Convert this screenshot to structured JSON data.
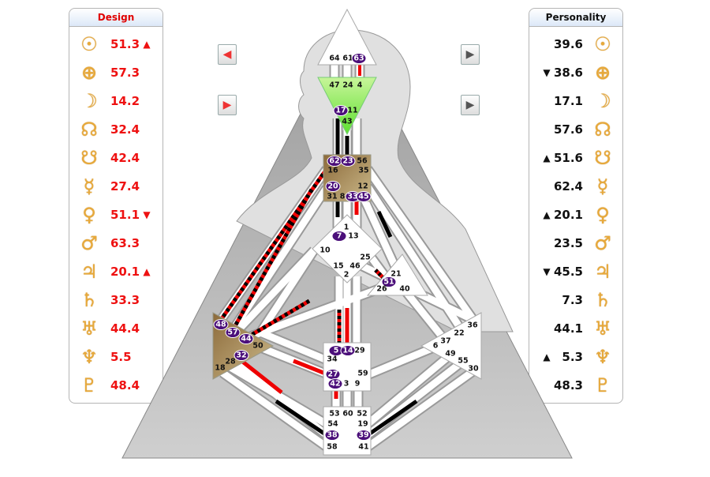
{
  "design": {
    "title": "Design",
    "rows": [
      {
        "planet": "sun",
        "symbol": "☉",
        "value": "51.3",
        "arrow": "▲"
      },
      {
        "planet": "earth",
        "symbol": "⊕",
        "value": "57.3",
        "arrow": ""
      },
      {
        "planet": "moon",
        "symbol": "☽",
        "value": "14.2",
        "arrow": ""
      },
      {
        "planet": "north-node",
        "symbol": "☊",
        "value": "32.4",
        "arrow": ""
      },
      {
        "planet": "south-node",
        "symbol": "☋",
        "value": "42.4",
        "arrow": ""
      },
      {
        "planet": "mercury",
        "symbol": "☿",
        "value": "27.4",
        "arrow": ""
      },
      {
        "planet": "venus",
        "symbol": "♀",
        "value": "51.1",
        "arrow": "▼"
      },
      {
        "planet": "mars",
        "symbol": "♂",
        "value": "63.3",
        "arrow": ""
      },
      {
        "planet": "jupiter",
        "symbol": "♃",
        "value": "20.1",
        "arrow": "▲"
      },
      {
        "planet": "saturn",
        "symbol": "♄",
        "value": "33.3",
        "arrow": ""
      },
      {
        "planet": "uranus",
        "symbol": "♅",
        "value": "44.4",
        "arrow": ""
      },
      {
        "planet": "neptune",
        "symbol": "♆",
        "value": "5.5",
        "arrow": ""
      },
      {
        "planet": "pluto",
        "symbol": "♇",
        "value": "48.4",
        "arrow": ""
      }
    ]
  },
  "personality": {
    "title": "Personality",
    "rows": [
      {
        "planet": "sun",
        "symbol": "☉",
        "value": "39.6",
        "arrow": ""
      },
      {
        "planet": "earth",
        "symbol": "⊕",
        "value": "38.6",
        "arrow": "▼"
      },
      {
        "planet": "moon",
        "symbol": "☽",
        "value": "17.1",
        "arrow": ""
      },
      {
        "planet": "north-node",
        "symbol": "☊",
        "value": "57.6",
        "arrow": ""
      },
      {
        "planet": "south-node",
        "symbol": "☋",
        "value": "51.6",
        "arrow": "▲"
      },
      {
        "planet": "mercury",
        "symbol": "☿",
        "value": "62.4",
        "arrow": ""
      },
      {
        "planet": "venus",
        "symbol": "♀",
        "value": "20.1",
        "arrow": "▲"
      },
      {
        "planet": "mars",
        "symbol": "♂",
        "value": "23.5",
        "arrow": ""
      },
      {
        "planet": "jupiter",
        "symbol": "♃",
        "value": "45.5",
        "arrow": "▼"
      },
      {
        "planet": "saturn",
        "symbol": "♄",
        "value": "7.3",
        "arrow": ""
      },
      {
        "planet": "uranus",
        "symbol": "♅",
        "value": "44.1",
        "arrow": ""
      },
      {
        "planet": "neptune",
        "symbol": "♆",
        "value": "5.3",
        "arrow": "▲"
      },
      {
        "planet": "pluto",
        "symbol": "♇",
        "value": "48.3",
        "arrow": ""
      }
    ]
  },
  "nav": {
    "design_prev": "◀",
    "design_next": "▶",
    "pers_prev": "▶",
    "pers_next": "▶"
  },
  "colors": {
    "design": "#ee1111",
    "personality": "#111111",
    "activated_gate": "#4b0f7a",
    "defined_head": "#ffffff",
    "ajna": "#7de84a",
    "center_defined": "#b3925a"
  },
  "gates": [
    {
      "n": "64",
      "on": false
    },
    {
      "n": "61",
      "on": false
    },
    {
      "n": "63",
      "on": true
    },
    {
      "n": "47",
      "on": false
    },
    {
      "n": "24",
      "on": false
    },
    {
      "n": "4",
      "on": false
    },
    {
      "n": "17",
      "on": true
    },
    {
      "n": "11",
      "on": false
    },
    {
      "n": "43",
      "on": false
    },
    {
      "n": "62",
      "on": true
    },
    {
      "n": "23",
      "on": true
    },
    {
      "n": "56",
      "on": false
    },
    {
      "n": "16",
      "on": false
    },
    {
      "n": "35",
      "on": false
    },
    {
      "n": "20",
      "on": true
    },
    {
      "n": "12",
      "on": false
    },
    {
      "n": "31",
      "on": false
    },
    {
      "n": "8",
      "on": false
    },
    {
      "n": "33",
      "on": true
    },
    {
      "n": "45",
      "on": true
    },
    {
      "n": "1",
      "on": false
    },
    {
      "n": "7",
      "on": true
    },
    {
      "n": "13",
      "on": false
    },
    {
      "n": "10",
      "on": false
    },
    {
      "n": "25",
      "on": false
    },
    {
      "n": "15",
      "on": false
    },
    {
      "n": "46",
      "on": false
    },
    {
      "n": "2",
      "on": false
    },
    {
      "n": "21",
      "on": false
    },
    {
      "n": "51",
      "on": true
    },
    {
      "n": "26",
      "on": false
    },
    {
      "n": "40",
      "on": false
    },
    {
      "n": "48",
      "on": true
    },
    {
      "n": "57",
      "on": true
    },
    {
      "n": "44",
      "on": true
    },
    {
      "n": "50",
      "on": false
    },
    {
      "n": "32",
      "on": true
    },
    {
      "n": "28",
      "on": false
    },
    {
      "n": "18",
      "on": false
    },
    {
      "n": "5",
      "on": true
    },
    {
      "n": "14",
      "on": true
    },
    {
      "n": "29",
      "on": false
    },
    {
      "n": "34",
      "on": false
    },
    {
      "n": "27",
      "on": true
    },
    {
      "n": "59",
      "on": false
    },
    {
      "n": "42",
      "on": true
    },
    {
      "n": "3",
      "on": false
    },
    {
      "n": "9",
      "on": false
    },
    {
      "n": "36",
      "on": false
    },
    {
      "n": "22",
      "on": false
    },
    {
      "n": "37",
      "on": false
    },
    {
      "n": "6",
      "on": false
    },
    {
      "n": "49",
      "on": false
    },
    {
      "n": "55",
      "on": false
    },
    {
      "n": "30",
      "on": false
    },
    {
      "n": "53",
      "on": false
    },
    {
      "n": "60",
      "on": false
    },
    {
      "n": "52",
      "on": false
    },
    {
      "n": "54",
      "on": false
    },
    {
      "n": "19",
      "on": false
    },
    {
      "n": "38",
      "on": true
    },
    {
      "n": "39",
      "on": true
    },
    {
      "n": "58",
      "on": false
    },
    {
      "n": "41",
      "on": false
    }
  ]
}
